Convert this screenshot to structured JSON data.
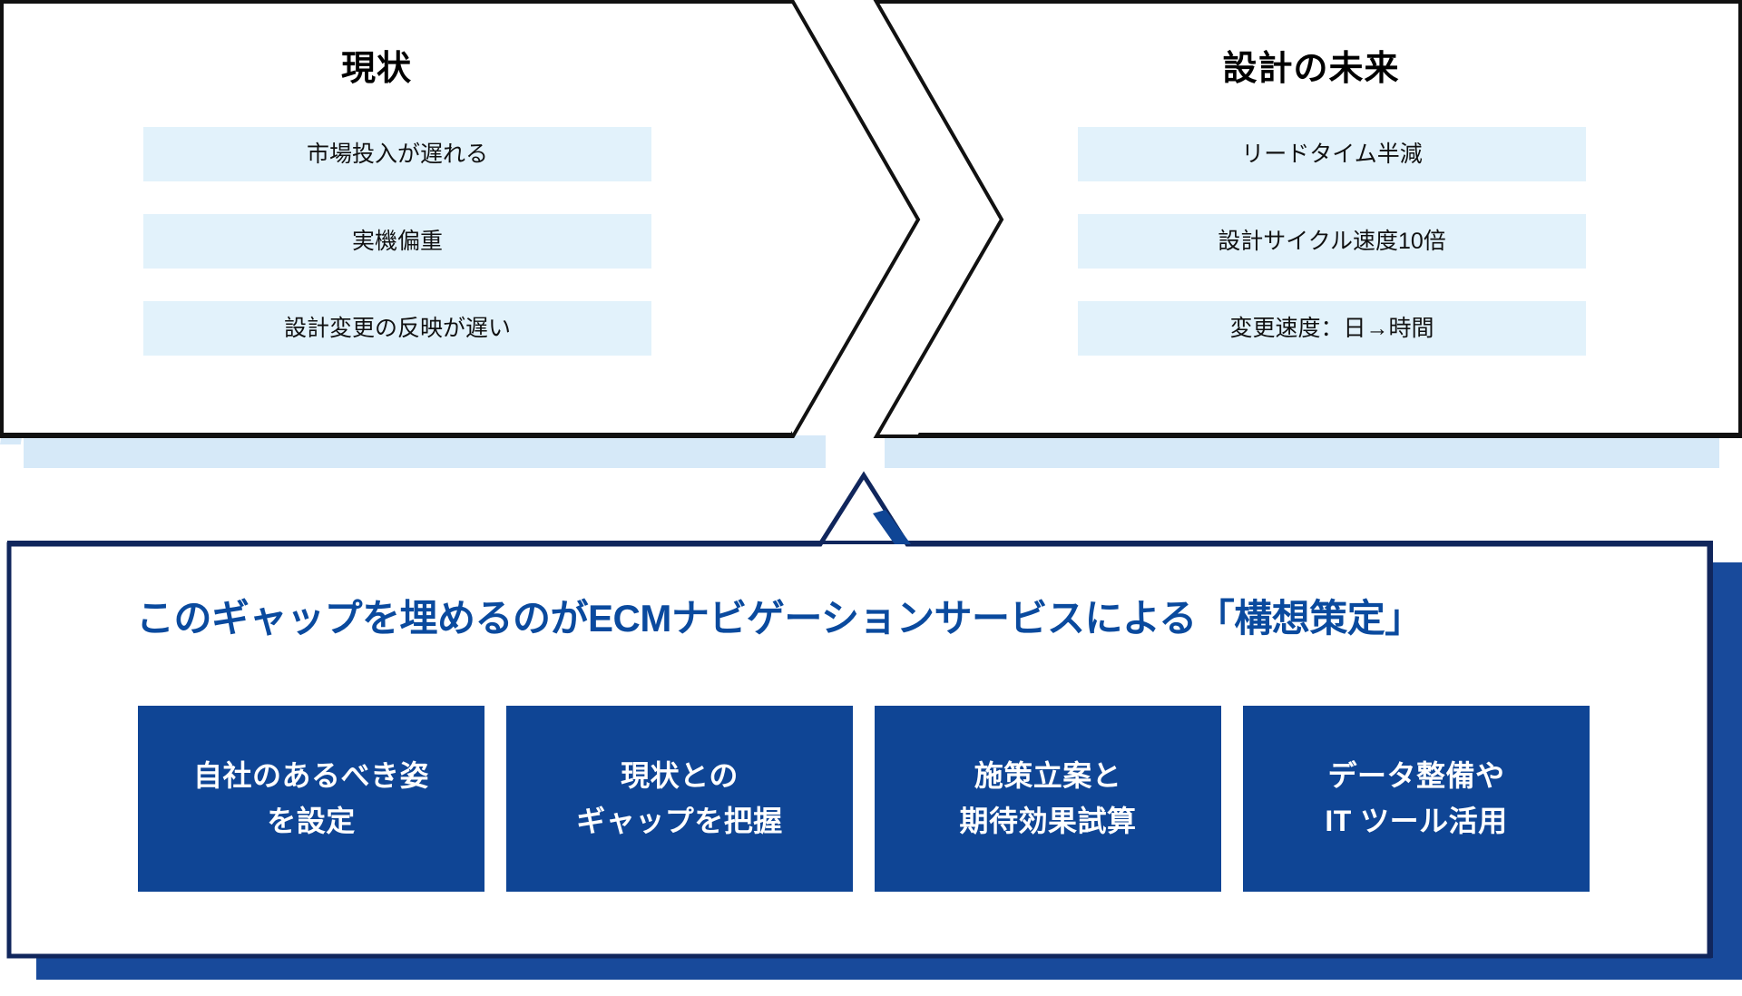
{
  "colors": {
    "accent_blue": "#0f4595",
    "headline_blue": "#0a4a9e",
    "pale_blue_fill": "#e2f2fb",
    "ribbon_blue": "#d6e9f8",
    "panel_border_dark": "#10265c",
    "outline_black": "#111111",
    "step_text": "#ffffff"
  },
  "top": {
    "current": {
      "title": "現状",
      "items": [
        "市場投入が遅れる",
        "実機偏重",
        "設計変更の反映が遅い"
      ]
    },
    "future": {
      "title": "設計の未来",
      "items": [
        "リードタイム半減",
        "設計サイクル速度10倍",
        "変更速度：日→時間"
      ]
    }
  },
  "bottom": {
    "headline": "このギャップを埋めるのがECMナビゲーションサービスによる「構想策定」",
    "steps": [
      {
        "line1": "自社のあるべき姿",
        "line2": "を設定"
      },
      {
        "line1": "現状との",
        "line2": "ギャップを把握"
      },
      {
        "line1": "施策立案と",
        "line2": "期待効果試算"
      },
      {
        "line1": "データ整備や",
        "line2": "IT ツール活用"
      }
    ]
  }
}
